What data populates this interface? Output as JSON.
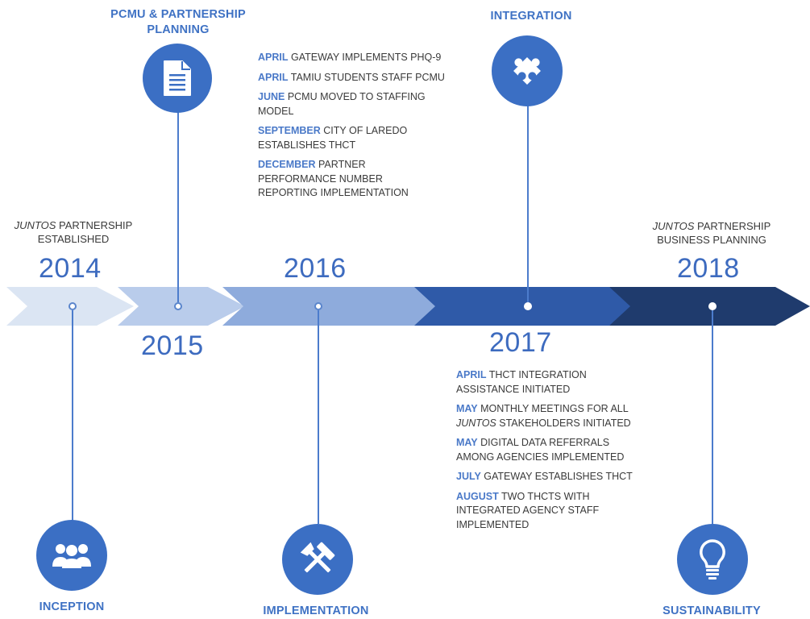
{
  "years": {
    "y2014": "2014",
    "y2015": "2015",
    "y2016": "2016",
    "y2017": "2017",
    "y2018": "2018"
  },
  "phases": {
    "inception": "INCEPTION",
    "planning_line1": "PCMU & PARTNERSHIP",
    "planning_line2": "PLANNING",
    "implementation": "IMPLEMENTATION",
    "integration": "INTEGRATION",
    "sustainability": "SUSTAINABILITY"
  },
  "captions": {
    "c2014_em": "JUNTOS",
    "c2014_rest": " PARTNERSHIP",
    "c2014_line2": "ESTABLISHED",
    "c2018_em": "JUNTOS",
    "c2018_rest": " PARTNERSHIP",
    "c2018_line2": "BUSINESS PLANNING"
  },
  "events2016": [
    {
      "month": "APRIL",
      "text": " GATEWAY IMPLEMENTS PHQ-9"
    },
    {
      "month": "APRIL",
      "text": " TAMIU STUDENTS  STAFF PCMU"
    },
    {
      "month": "JUNE",
      "text": " PCMU MOVED TO STAFFING MODEL"
    },
    {
      "month": "SEPTEMBER",
      "text": "  CITY OF LAREDO ESTABLISHES THCT"
    },
    {
      "month": "DECEMBER",
      "text": " PARTNER PERFORMANCE NUMBER REPORTING IMPLEMENTATION"
    }
  ],
  "events2017": [
    {
      "month": "APRIL",
      "text": " THCT INTEGRATION ASSISTANCE INITIATED"
    },
    {
      "month": "MAY",
      "text_a": " MONTHLY MEETINGS FOR ALL ",
      "text_em": "JUNTOS",
      "text_b": " STAKEHOLDERS INITIATED"
    },
    {
      "month": "MAY",
      "text": " DIGITAL DATA REFERRALS AMONG AGENCIES IMPLEMENTED"
    },
    {
      "month": "JULY",
      "text": " GATEWAY ESTABLISHES THCT"
    },
    {
      "month": "AUGUST",
      "text": " TWO THCTs WITH INTEGRATED AGENCY STAFF IMPLEMENTED"
    }
  ],
  "icons": {
    "inception": "people-group-icon",
    "planning": "document-icon",
    "implementation": "hammer-tools-icon",
    "integration": "puzzle-piece-icon",
    "sustainability": "lightbulb-icon"
  },
  "colors": {
    "seg1": "#dbe5f3",
    "seg2": "#b9cceb",
    "seg3": "#8eabdc",
    "seg4": "#2f5aa8",
    "seg5": "#1f3b6d",
    "accent": "#3b6fc4"
  }
}
